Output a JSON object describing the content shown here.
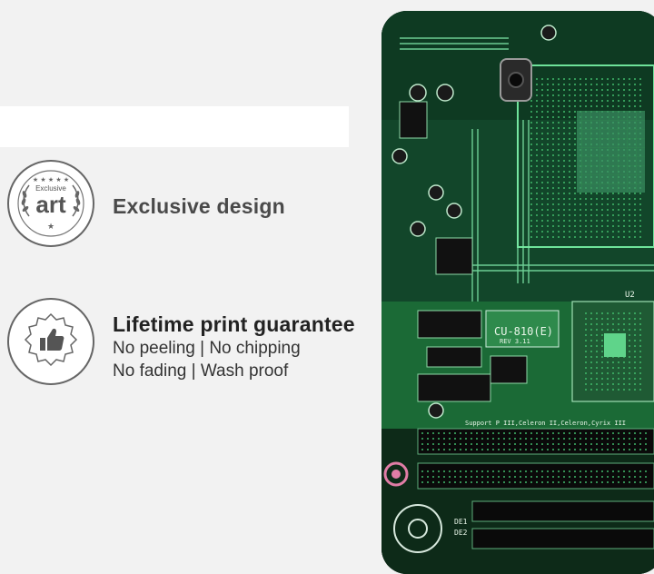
{
  "features": [
    {
      "icon": "exclusive-art-badge-icon",
      "badge_small": "Exclusive",
      "badge_big": "art",
      "title": "Exclusive design",
      "lines": []
    },
    {
      "icon": "thumbs-up-icon",
      "title": "Lifetime print guarantee",
      "lines": [
        "No peeling | No chipping",
        "No fading | Wash proof"
      ]
    }
  ],
  "phone_case": {
    "pattern": "green-circuit-board",
    "labels": {
      "main": "CU-810(E)",
      "rev": "REV 3.11",
      "support": "Support P III,Celeron II,Celeron,Cyrix III",
      "u2": "U2",
      "de1": "DE1",
      "de2": "DE2"
    },
    "colors": {
      "board_dark": "#06140c",
      "board_green": "#1f7a38",
      "trace_light": "#6ee39a"
    }
  }
}
